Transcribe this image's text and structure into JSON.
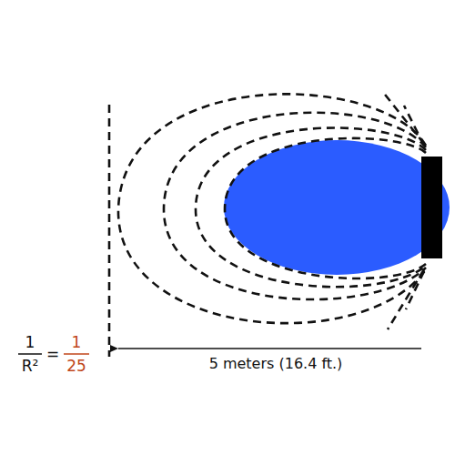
{
  "diagram": {
    "labels": [
      "1",
      "R²",
      "=",
      "1",
      "25",
      "5 meters (16.4 ft.)"
    ]
  }
}
